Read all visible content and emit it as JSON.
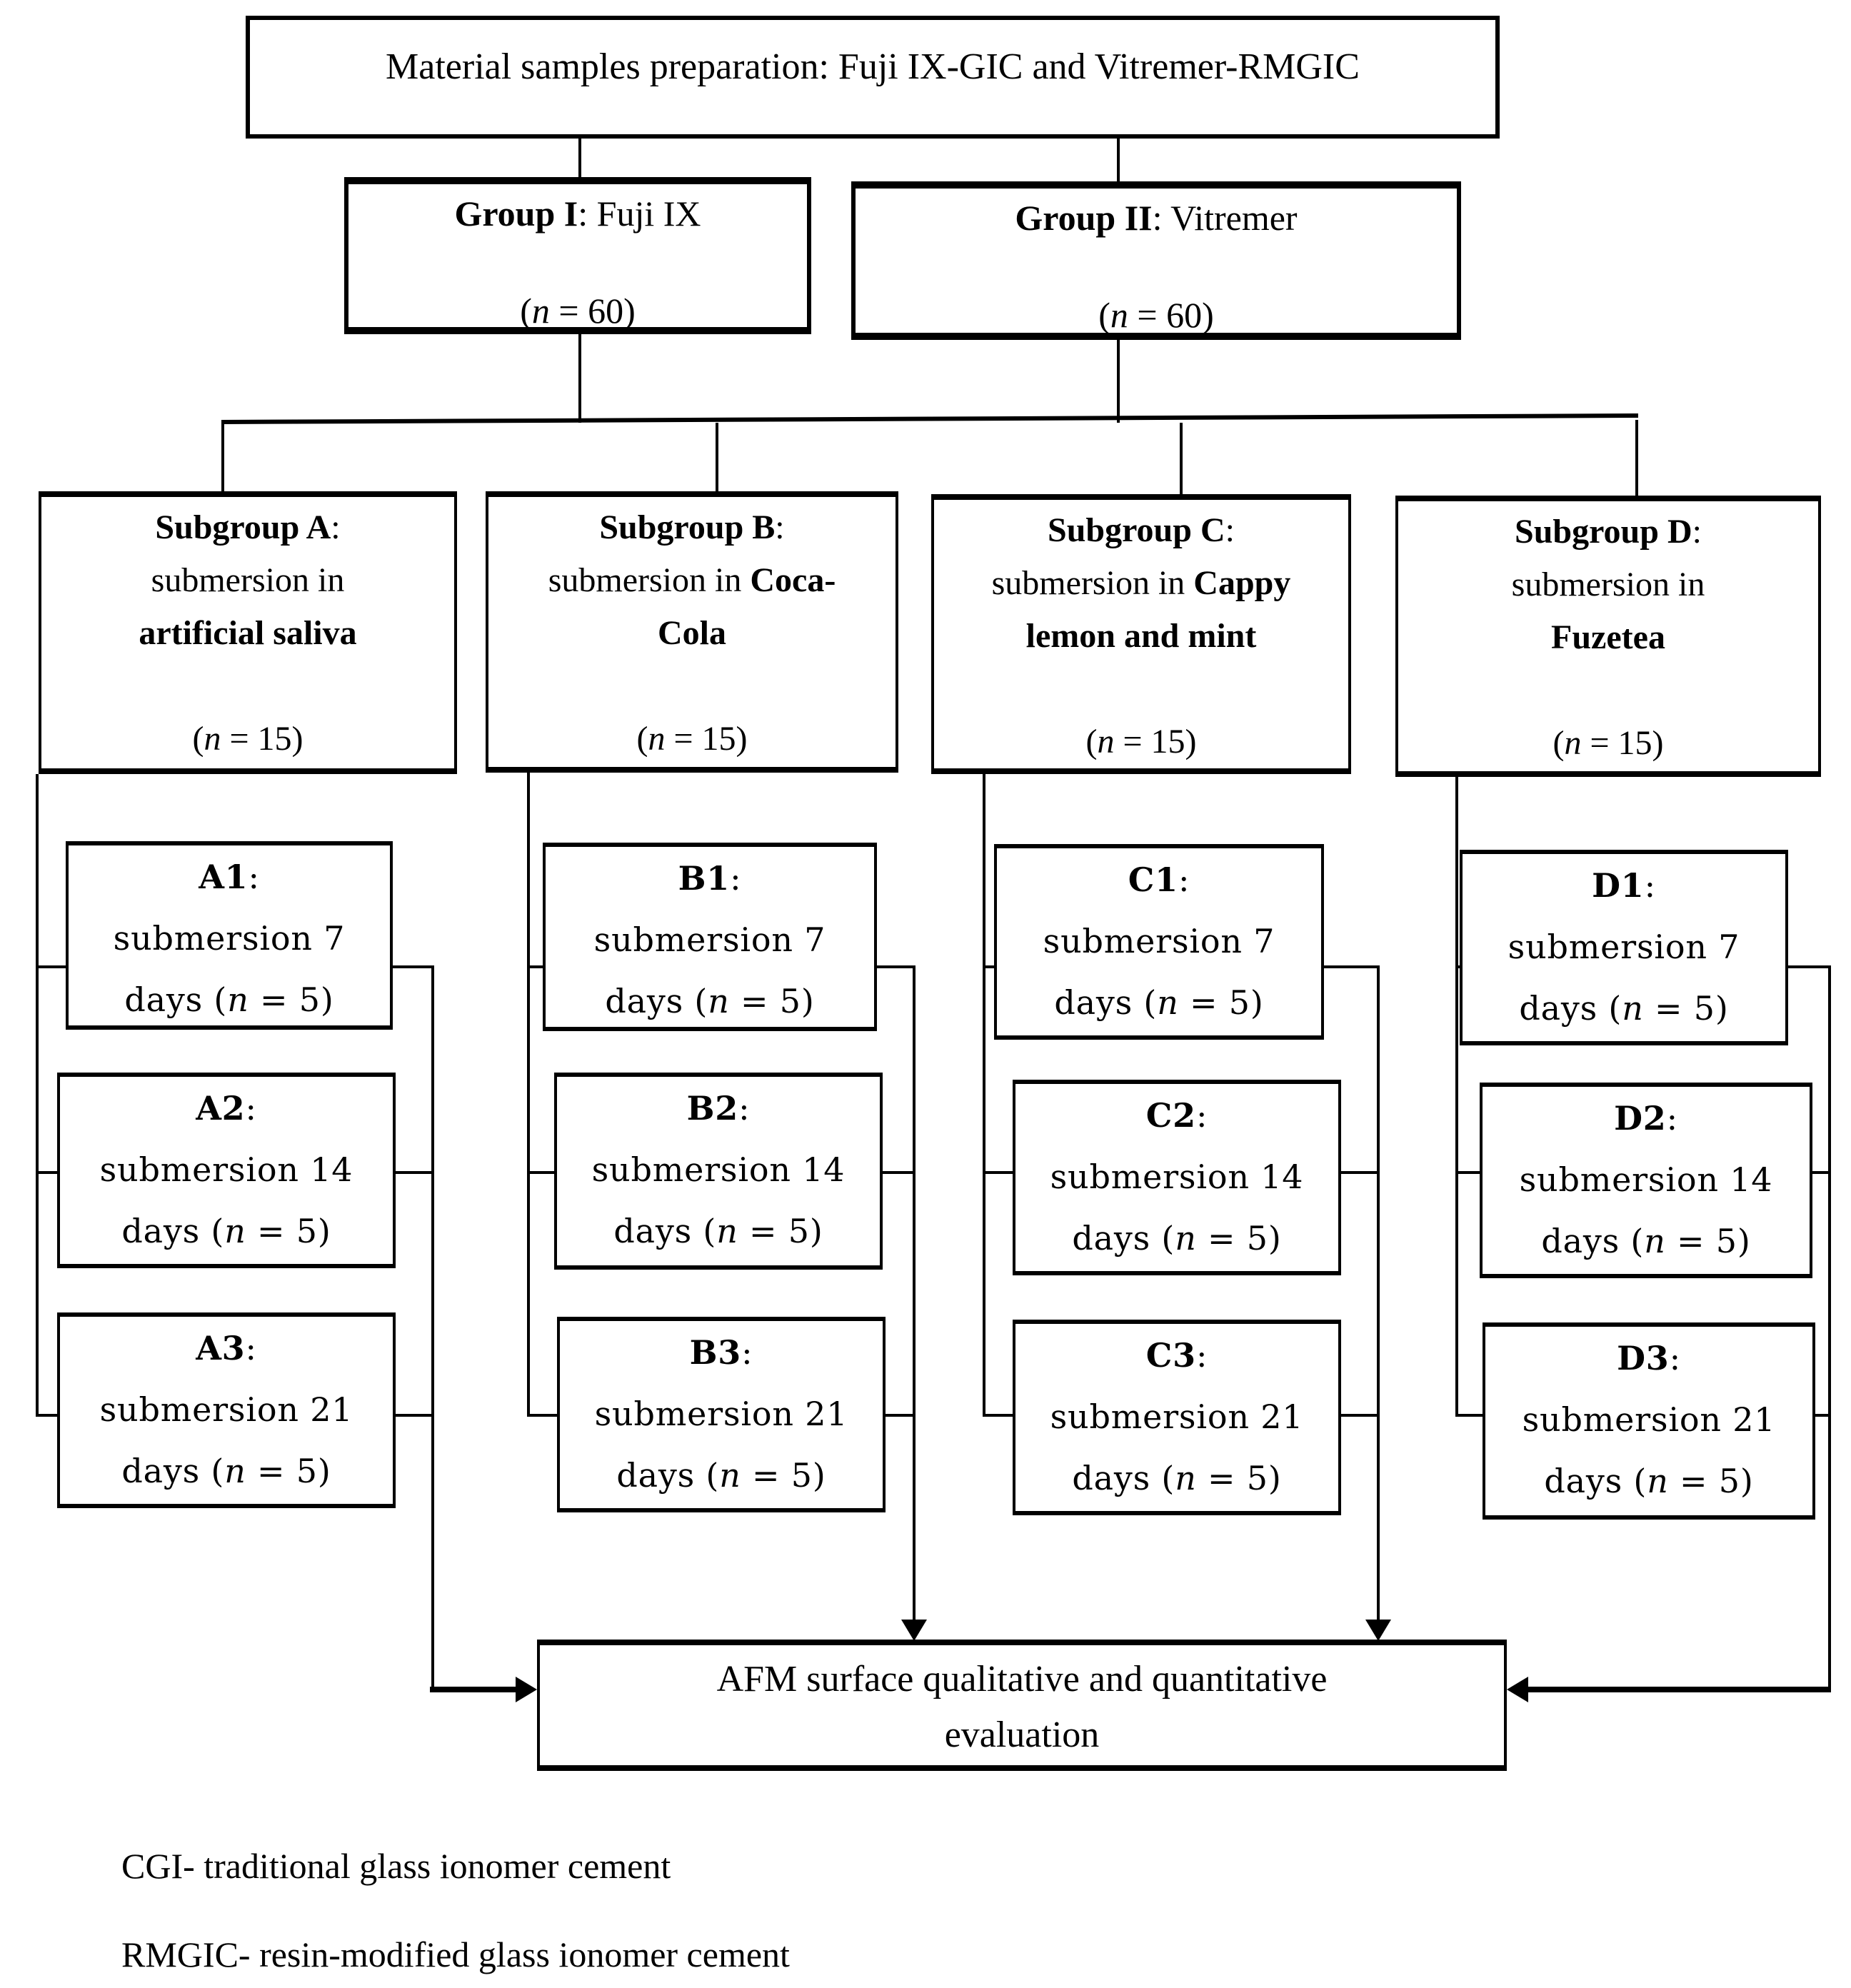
{
  "page": {
    "background": "#ffffff",
    "ink": "#000000"
  },
  "title_box": {
    "lines": [
      [
        {
          "t": "Material samples preparation: Fuji IX-GIC and Vitremer-RMGIC"
        }
      ]
    ]
  },
  "group_boxes": [
    {
      "id": "group-1",
      "lines": [
        [
          {
            "t": "Group I",
            "b": true
          },
          {
            "t": ": Fuji IX"
          }
        ],
        [
          {
            "t": ""
          }
        ],
        [
          {
            "t": "("
          },
          {
            "t": "n",
            "i": true
          },
          {
            "t": " = 60)"
          }
        ]
      ]
    },
    {
      "id": "group-2",
      "lines": [
        [
          {
            "t": "Group II",
            "b": true
          },
          {
            "t": ": Vitremer"
          }
        ],
        [
          {
            "t": ""
          }
        ],
        [
          {
            "t": "("
          },
          {
            "t": "n",
            "i": true
          },
          {
            "t": " = 60)"
          }
        ]
      ]
    }
  ],
  "subgroup_boxes": [
    {
      "id": "subgroup-a",
      "lines": [
        [
          {
            "t": "Subgroup A",
            "b": true
          },
          {
            "t": ":"
          }
        ],
        [
          {
            "t": "submersion in"
          }
        ],
        [
          {
            "t": "artificial saliva",
            "b": true
          }
        ],
        [
          {
            "t": ""
          }
        ],
        [
          {
            "t": "("
          },
          {
            "t": "n",
            "i": true
          },
          {
            "t": " = 15)"
          }
        ]
      ]
    },
    {
      "id": "subgroup-b",
      "lines": [
        [
          {
            "t": "Subgroup B",
            "b": true
          },
          {
            "t": ":"
          }
        ],
        [
          {
            "t": "submersion in "
          },
          {
            "t": "Coca-",
            "b": true
          }
        ],
        [
          {
            "t": "Cola",
            "b": true
          }
        ],
        [
          {
            "t": ""
          }
        ],
        [
          {
            "t": "("
          },
          {
            "t": "n",
            "i": true
          },
          {
            "t": " = 15)"
          }
        ]
      ]
    },
    {
      "id": "subgroup-c",
      "lines": [
        [
          {
            "t": "Subgroup C",
            "b": true
          },
          {
            "t": ":"
          }
        ],
        [
          {
            "t": "submersion in "
          },
          {
            "t": "Cappy",
            "b": true
          }
        ],
        [
          {
            "t": "lemon and mint",
            "b": true
          }
        ],
        [
          {
            "t": ""
          }
        ],
        [
          {
            "t": "("
          },
          {
            "t": "n",
            "i": true
          },
          {
            "t": " = 15)"
          }
        ]
      ]
    },
    {
      "id": "subgroup-d",
      "lines": [
        [
          {
            "t": "Subgroup D",
            "b": true
          },
          {
            "t": ":"
          }
        ],
        [
          {
            "t": "submersion in"
          }
        ],
        [
          {
            "t": "Fuzetea",
            "b": true
          }
        ],
        [
          {
            "t": ""
          }
        ],
        [
          {
            "t": "("
          },
          {
            "t": "n",
            "i": true
          },
          {
            "t": " = 15)"
          }
        ]
      ]
    }
  ],
  "cell_boxes": [
    {
      "id": "a1",
      "lines": [
        [
          {
            "t": "A1",
            "b": true
          },
          {
            "t": ":"
          }
        ],
        [
          {
            "t": "submersion 7"
          }
        ],
        [
          {
            "t": "days ("
          },
          {
            "t": "n",
            "i": true
          },
          {
            "t": " = 5)"
          }
        ]
      ]
    },
    {
      "id": "a2",
      "lines": [
        [
          {
            "t": "A2",
            "b": true
          },
          {
            "t": ":"
          }
        ],
        [
          {
            "t": "submersion 14"
          }
        ],
        [
          {
            "t": "days ("
          },
          {
            "t": "n",
            "i": true
          },
          {
            "t": " = 5)"
          }
        ]
      ]
    },
    {
      "id": "a3",
      "lines": [
        [
          {
            "t": "A3",
            "b": true
          },
          {
            "t": ":"
          }
        ],
        [
          {
            "t": "submersion 21"
          }
        ],
        [
          {
            "t": "days ("
          },
          {
            "t": "n",
            "i": true
          },
          {
            "t": " = 5)"
          }
        ]
      ]
    },
    {
      "id": "b1",
      "lines": [
        [
          {
            "t": "B1",
            "b": true
          },
          {
            "t": ":"
          }
        ],
        [
          {
            "t": "submersion 7"
          }
        ],
        [
          {
            "t": "days ("
          },
          {
            "t": "n",
            "i": true
          },
          {
            "t": " = 5)"
          }
        ]
      ]
    },
    {
      "id": "b2",
      "lines": [
        [
          {
            "t": "B2",
            "b": true
          },
          {
            "t": ":"
          }
        ],
        [
          {
            "t": "submersion 14"
          }
        ],
        [
          {
            "t": "days ("
          },
          {
            "t": "n",
            "i": true
          },
          {
            "t": " = 5)"
          }
        ]
      ]
    },
    {
      "id": "b3",
      "lines": [
        [
          {
            "t": "B3",
            "b": true
          },
          {
            "t": ":"
          }
        ],
        [
          {
            "t": "submersion 21"
          }
        ],
        [
          {
            "t": "days ("
          },
          {
            "t": "n",
            "i": true
          },
          {
            "t": " = 5)"
          }
        ]
      ]
    },
    {
      "id": "c1",
      "lines": [
        [
          {
            "t": "C1",
            "b": true
          },
          {
            "t": ":"
          }
        ],
        [
          {
            "t": "submersion 7"
          }
        ],
        [
          {
            "t": "days ("
          },
          {
            "t": "n",
            "i": true
          },
          {
            "t": " = 5)"
          }
        ]
      ]
    },
    {
      "id": "c2",
      "lines": [
        [
          {
            "t": "C2",
            "b": true
          },
          {
            "t": ":"
          }
        ],
        [
          {
            "t": "submersion 14"
          }
        ],
        [
          {
            "t": "days ("
          },
          {
            "t": "n",
            "i": true
          },
          {
            "t": " = 5)"
          }
        ]
      ]
    },
    {
      "id": "c3",
      "lines": [
        [
          {
            "t": "C3",
            "b": true
          },
          {
            "t": ":"
          }
        ],
        [
          {
            "t": "submersion 21"
          }
        ],
        [
          {
            "t": "days ("
          },
          {
            "t": "n",
            "i": true
          },
          {
            "t": " = 5)"
          }
        ]
      ]
    },
    {
      "id": "d1",
      "lines": [
        [
          {
            "t": "D1",
            "b": true
          },
          {
            "t": ":"
          }
        ],
        [
          {
            "t": "submersion 7"
          }
        ],
        [
          {
            "t": "days ("
          },
          {
            "t": "n",
            "i": true
          },
          {
            "t": " = 5)"
          }
        ]
      ]
    },
    {
      "id": "d2",
      "lines": [
        [
          {
            "t": "D2",
            "b": true
          },
          {
            "t": ":"
          }
        ],
        [
          {
            "t": "submersion 14"
          }
        ],
        [
          {
            "t": "days ("
          },
          {
            "t": "n",
            "i": true
          },
          {
            "t": " = 5)"
          }
        ]
      ]
    },
    {
      "id": "d3",
      "lines": [
        [
          {
            "t": "D3",
            "b": true
          },
          {
            "t": ":"
          }
        ],
        [
          {
            "t": "submersion 21"
          }
        ],
        [
          {
            "t": "days ("
          },
          {
            "t": "n",
            "i": true
          },
          {
            "t": " = 5)"
          }
        ]
      ]
    }
  ],
  "evaluation_box": {
    "lines": [
      [
        {
          "t": "AFM surface qualitative and quantitative"
        }
      ],
      [
        {
          "t": "evaluation"
        }
      ]
    ]
  },
  "footnotes": [
    "CGI- traditional glass ionomer cement",
    "RMGIC- resin-modified glass ionomer cement"
  ]
}
